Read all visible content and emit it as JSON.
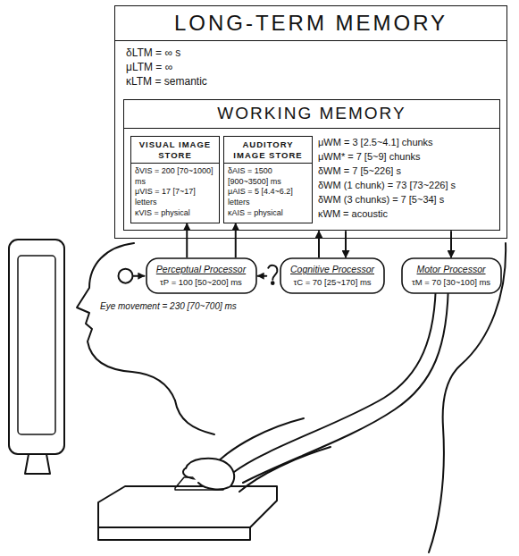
{
  "diagram": {
    "nodes": [
      {
        "text": [
          "LONG-TERM MEMORY",
          "δLTM = ∞ s",
          "μLTM = ∞",
          "κLTM = semantic"
        ]
      },
      {
        "text": [
          "WORKING MEMORY",
          "μWM = 3 [2.5~4.1] chunks",
          "μWM* = 7 [5~9] chunks",
          "δWM = 7 [5~226] s",
          "δWM (1 chunk) = 73 [73~226] s",
          "δWM (3 chunks) = 7 [5~34] s",
          "κWM = acoustic"
        ],
        "in": 0
      },
      {
        "text": [
          "VISUAL IMAGE STORE",
          "δVIS = 200 [70~1000] ms",
          "μVIS = 17 [7~17] letters",
          "κVIS = physical"
        ],
        "in": 1
      },
      {
        "text": [
          "AUDITORY IMAGE STORE",
          "δAIS = 1500 [900~3500] ms",
          "μAIS = 5 [4.4~6.2] letters",
          "κAIS = physical"
        ],
        "in": 1
      },
      {
        "text": [
          "Perceptual Processor",
          "τP = 100 [50~200] ms"
        ]
      },
      {
        "text": [
          "Cognitive Processor",
          "τC = 70 [25~170] ms"
        ]
      },
      {
        "text": [
          "Motor Processor",
          "τM = 70 [30~100] ms"
        ]
      }
    ],
    "edges": [
      {
        "from": 4,
        "to": 2,
        "arrow": "to"
      },
      {
        "from": 4,
        "to": 3,
        "arrow": "to"
      },
      {
        "from": 5,
        "to": 1,
        "arrow": "to"
      },
      {
        "from": 1,
        "to": 5,
        "arrow": "to"
      },
      {
        "from": 1,
        "to": 6,
        "arrow": "to"
      }
    ],
    "labels": [
      "Eye movement = 230 [70~700] ms"
    ]
  }
}
